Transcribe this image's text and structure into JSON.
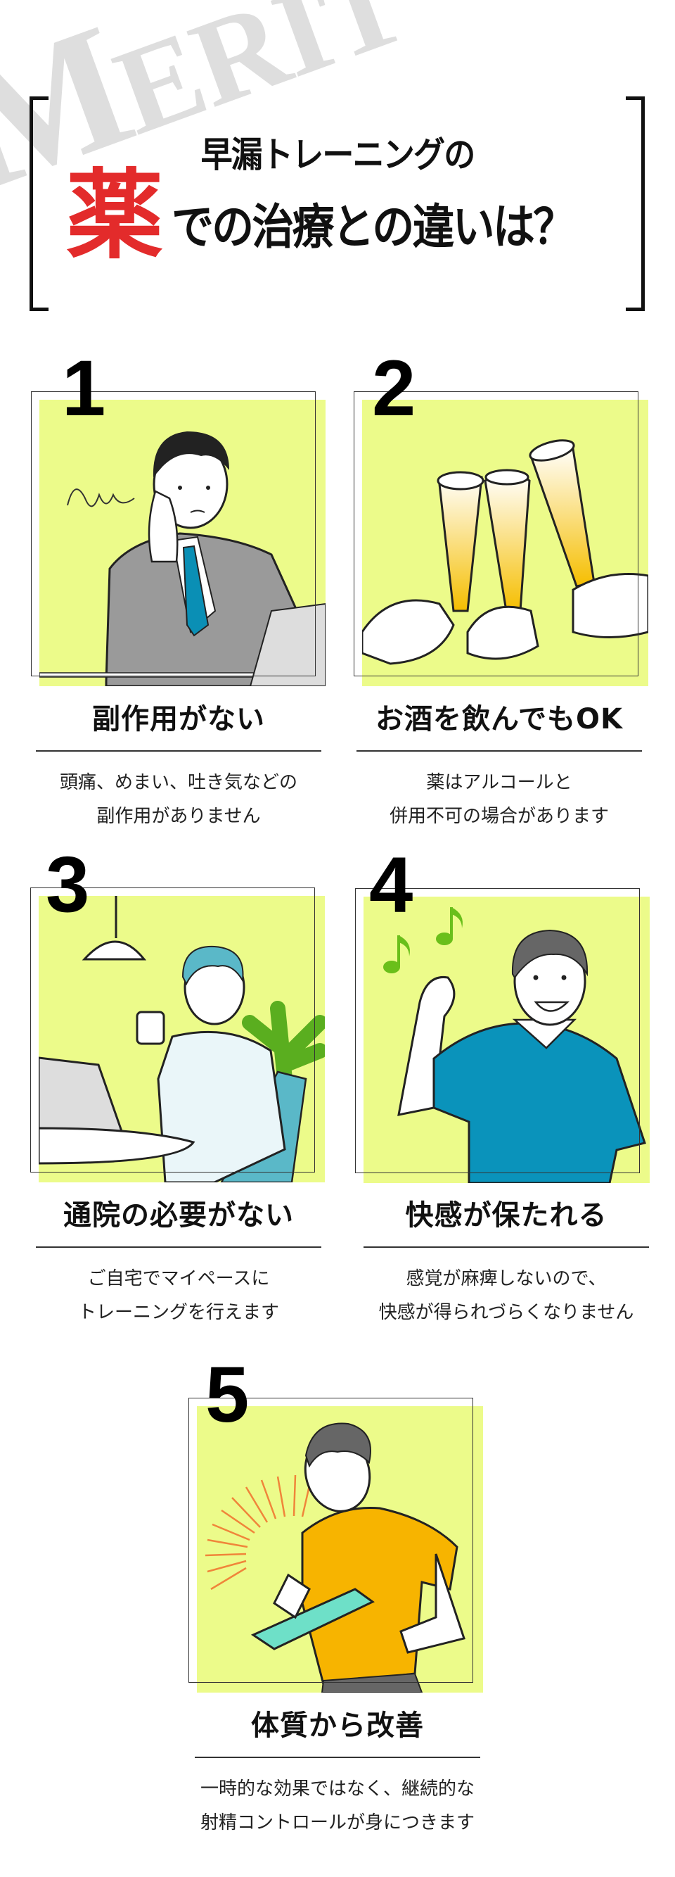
{
  "header": {
    "watermark_first": "M",
    "watermark_rest": "ERIT",
    "title_line1": "早漏トレーニングの",
    "title_accent": "薬",
    "title_line2": "での治療との違いは？",
    "accent_color": "#e32b2b",
    "watermark_color": "#dedede"
  },
  "theme": {
    "card_fill": "#ecfb8a",
    "frame_color": "#333333"
  },
  "merits": [
    {
      "number": "1",
      "title": "副作用がない",
      "desc_line1": "頭痛、めまい、吐き気などの",
      "desc_line2": "副作用がありません",
      "illustration": "tired-businessman-illustration"
    },
    {
      "number": "2",
      "title": "お酒を飲んでもOK",
      "desc_line1": "薬はアルコールと",
      "desc_line2": "併用不可の場合があります",
      "illustration": "champagne-toast-illustration"
    },
    {
      "number": "3",
      "title": "通院の必要がない",
      "desc_line1": "ご自宅でマイペースに",
      "desc_line2": "トレーニングを行えます",
      "illustration": "man-at-laptop-illustration"
    },
    {
      "number": "4",
      "title": "快感が保たれる",
      "desc_line1": "感覚が麻痺しないので、",
      "desc_line2": "快感が得られづらくなりません",
      "illustration": "happy-man-fist-pump-illustration"
    },
    {
      "number": "5",
      "title": "体質から改善",
      "desc_line1": "一時的な効果ではなく、継続的な",
      "desc_line2": "射精コントロールが身につきます",
      "illustration": "man-writing-clipboard-illustration"
    }
  ]
}
